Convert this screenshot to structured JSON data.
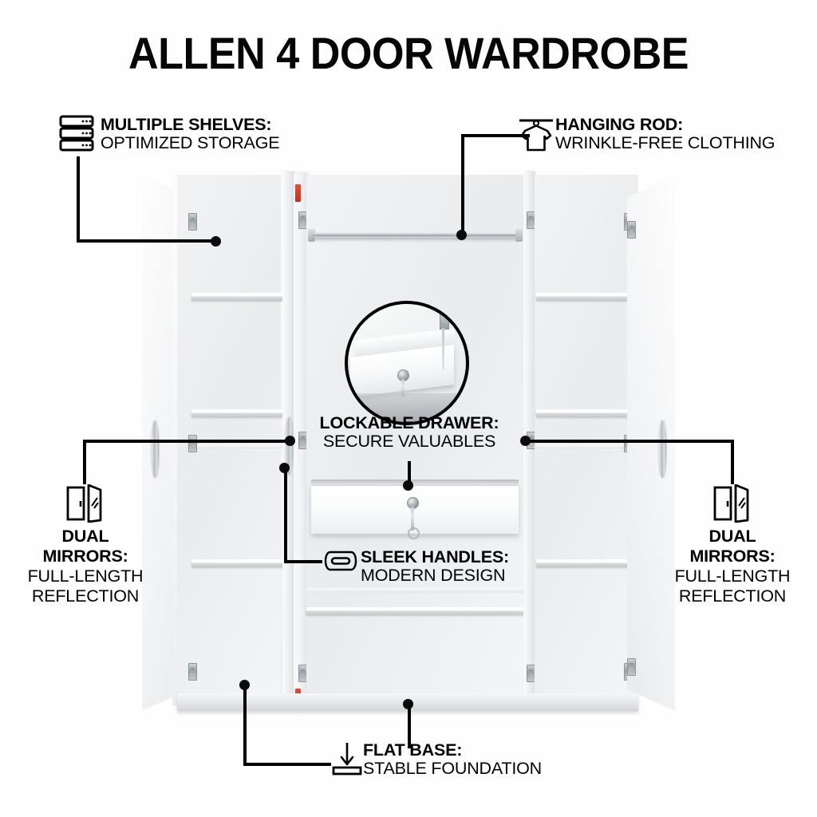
{
  "page": {
    "title": "ALLEN 4 DOOR WARDROBE",
    "background_color": "#ffffff",
    "text_color": "#000000"
  },
  "product": {
    "name": "Allen 4 Door Wardrobe",
    "door_count": 4,
    "finish_color": "#f2f3f5",
    "accent_clip_color": "#ef4a35",
    "hardware_color": "#a8adb1"
  },
  "callouts": [
    {
      "id": "multiple-shelves",
      "icon": "shelves-icon",
      "heading": "MULTIPLE SHELVES:",
      "subtext": "OPTIMIZED STORAGE",
      "position": "top-left"
    },
    {
      "id": "hanging-rod",
      "icon": "tshirt-hanger-icon",
      "heading": "HANGING ROD:",
      "subtext": "WRINKLE-FREE CLOTHING",
      "position": "top-right"
    },
    {
      "id": "lockable-drawer",
      "icon": "magnifier-inset",
      "heading": "LOCKABLE DRAWER:",
      "subtext": "SECURE VALUABLES",
      "position": "center"
    },
    {
      "id": "sleek-handles",
      "icon": "handle-icon",
      "heading": "SLEEK HANDLES:",
      "subtext": "MODERN DESIGN",
      "position": "center-lower"
    },
    {
      "id": "dual-mirrors-left",
      "icon": "mirror-door-icon",
      "heading_line1": "DUAL",
      "heading_line2": "MIRRORS:",
      "subtext_line1": "FULL-LENGTH",
      "subtext_line2": "REFLECTION",
      "position": "left"
    },
    {
      "id": "dual-mirrors-right",
      "icon": "mirror-door-icon",
      "heading_line1": "DUAL",
      "heading_line2": "MIRRORS:",
      "subtext_line1": "FULL-LENGTH",
      "subtext_line2": "REFLECTION",
      "position": "right"
    },
    {
      "id": "flat-base",
      "icon": "arrow-down-base-icon",
      "heading": "FLAT BASE:",
      "subtext": "STABLE FOUNDATION",
      "position": "bottom-center"
    }
  ]
}
